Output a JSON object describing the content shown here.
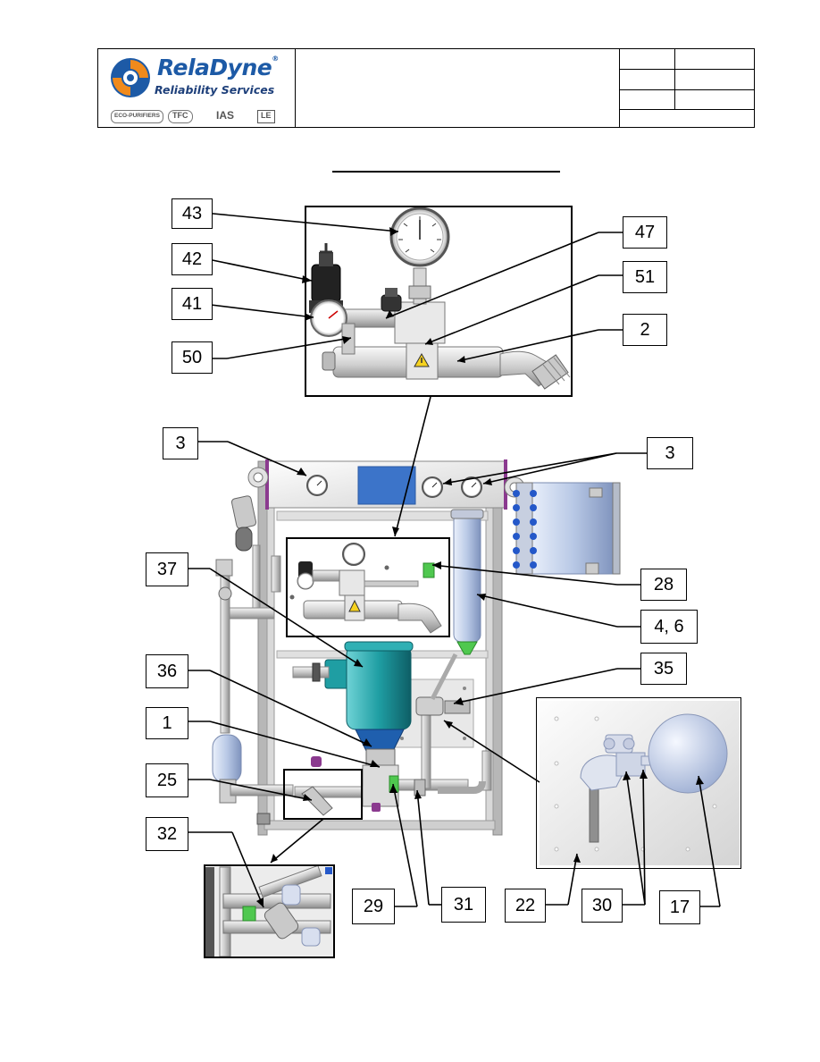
{
  "header": {
    "brand_name_a": "Rela",
    "brand_name_b": "Dyne",
    "brand_registered": "®",
    "brand_tagline": "Reliability Services",
    "partners": [
      "ECO-PURIFIERS",
      "TFC",
      "IAS",
      "LE"
    ],
    "colors": {
      "brand_blue": "#1d5aa6",
      "brand_orange": "#f08a1c",
      "brand_navy": "#1d3f7a"
    }
  },
  "callouts": {
    "c43": "43",
    "c42": "42",
    "c41": "41",
    "c50": "50",
    "c47": "47",
    "c51": "51",
    "c2": "2",
    "c3_left": "3",
    "c3_right": "3",
    "c37": "37",
    "c28": "28",
    "c4_6": "4, 6",
    "c36": "36",
    "c35": "35",
    "c1": "1",
    "c25": "25",
    "c32": "32",
    "c29": "29",
    "c31": "31",
    "c22": "22",
    "c30": "30",
    "c17": "17"
  },
  "icons": {
    "logo": "reladyne-swirl-logo",
    "hazard": "hot-surface-warning-icon"
  },
  "component_colors": {
    "motor_teal": "#1f9ea3",
    "pump_blue": "#1f5fae",
    "panel_blue": "#3c74c9",
    "frame_purple": "#8b3a8f",
    "flange_blue": "#2458c9",
    "valve_green": "#4fc84f"
  }
}
